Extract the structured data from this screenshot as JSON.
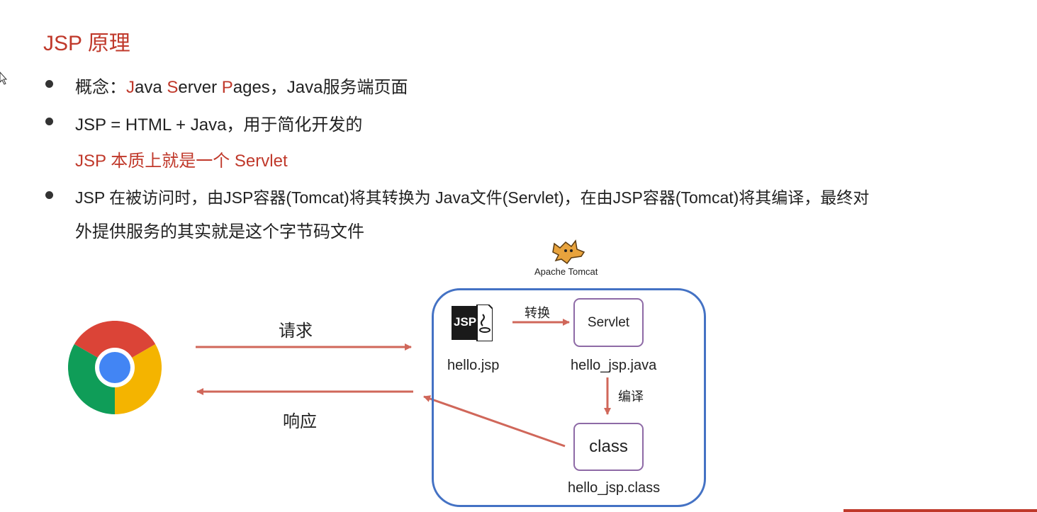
{
  "title": "JSP 原理",
  "bullets": {
    "b1": {
      "prefix": "概念：",
      "j": "J",
      "ava": "ava ",
      "s": "S",
      "erver": "erver ",
      "p": "P",
      "ages": "ages",
      "suffix": "，Java服务端页面"
    },
    "b2": {
      "text": "JSP = HTML + Java，用于简化开发的",
      "sub": "JSP 本质上就是一个 Servlet"
    },
    "b3": {
      "line1": "JSP 在被访问时，由JSP容器(Tomcat)将其转换为 Java文件(Servlet)，在由JSP容器(Tomcat)将其编译，最终对",
      "line2": "外提供服务的其实就是这个字节码文件"
    }
  },
  "diagram": {
    "request_label": "请求",
    "response_label": "响应",
    "tomcat_label": "Apache Tomcat",
    "jsp_icon_text": "JSP",
    "jsp_file": "hello.jsp",
    "convert_label": "转换",
    "servlet_box": "Servlet",
    "java_file": "hello_jsp.java",
    "compile_label": "编译",
    "class_box": "class",
    "class_file": "hello_jsp.class"
  },
  "colors": {
    "accent_red": "#c0392b",
    "arrow_red": "#d0675a",
    "container_blue": "#4472c4",
    "node_purple": "#8e6aa6"
  }
}
